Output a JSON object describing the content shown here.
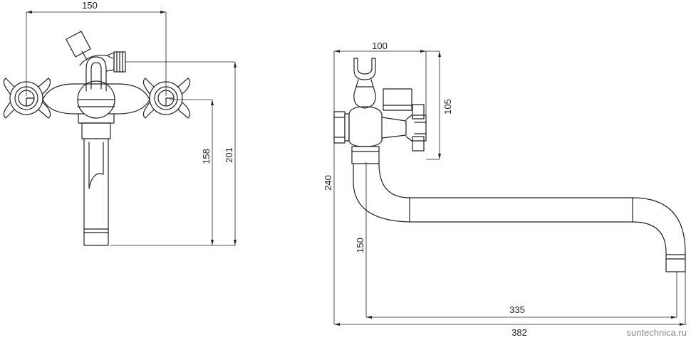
{
  "front_view": {
    "dim_width": "150",
    "dim_spout_height": "158",
    "dim_total_height": "201"
  },
  "side_view": {
    "dim_top_width": "100",
    "dim_body_height": "105",
    "dim_total_height": "240",
    "dim_spout_drop": "150",
    "dim_spout_reach": "335",
    "dim_total_length": "382"
  },
  "watermark": "suntechnica.ru"
}
